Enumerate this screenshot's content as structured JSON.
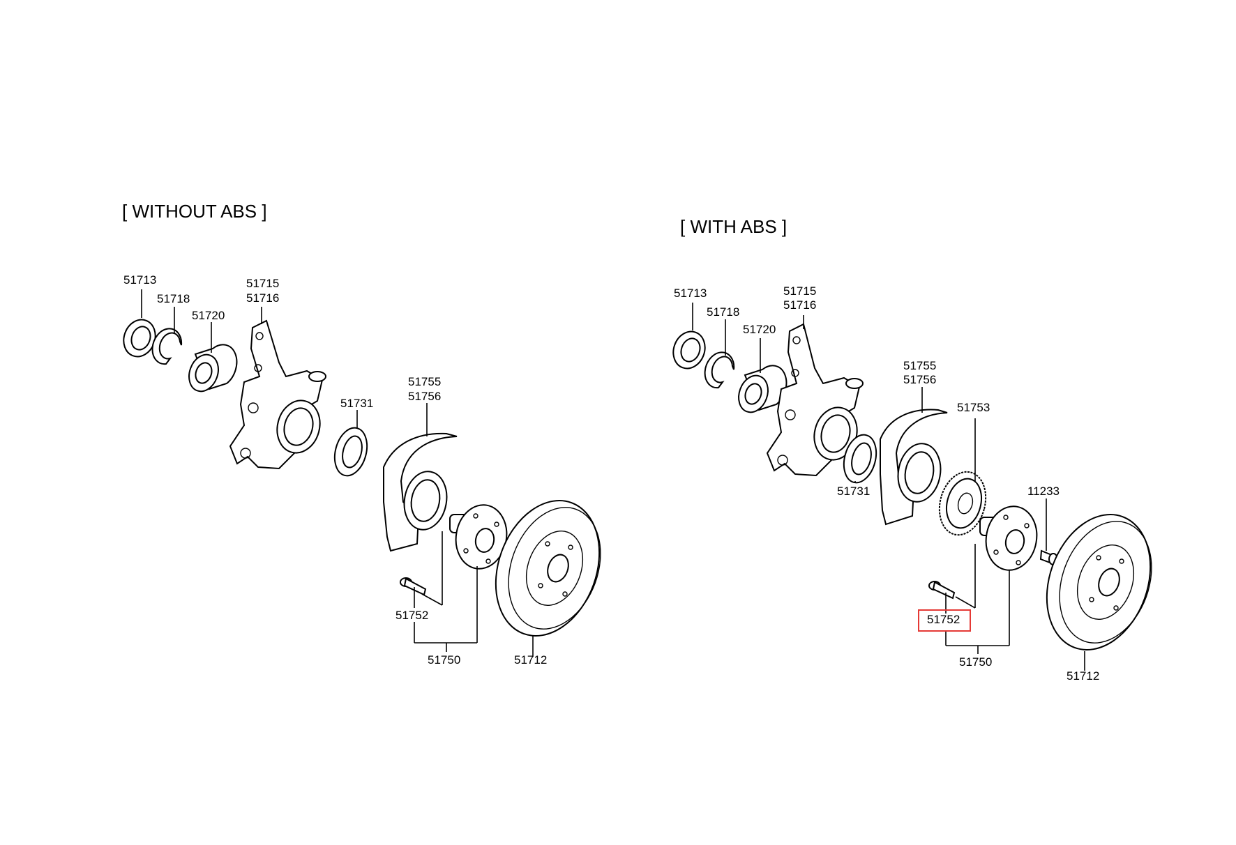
{
  "diagram": {
    "highlight_color": "#e53935",
    "sections": [
      {
        "title": "[ WITHOUT ABS ]",
        "labels": {
          "seal": "51713",
          "snap_ring": "51718",
          "bearing": "51720",
          "knuckle_1": "51715",
          "knuckle_2": "51716",
          "inner_seal": "51731",
          "dust_cover_1": "51755",
          "dust_cover_2": "51756",
          "hub_bolt": "51752",
          "hub_assy": "51750",
          "disc": "51712"
        }
      },
      {
        "title": "[ WITH ABS ]",
        "labels": {
          "seal": "51713",
          "snap_ring": "51718",
          "bearing": "51720",
          "knuckle_1": "51715",
          "knuckle_2": "51716",
          "inner_seal": "51731",
          "dust_cover_1": "51755",
          "dust_cover_2": "51756",
          "tone_wheel": "51753",
          "screw": "11233",
          "hub_bolt": "51752",
          "hub_assy": "51750",
          "disc": "51712"
        }
      }
    ]
  }
}
